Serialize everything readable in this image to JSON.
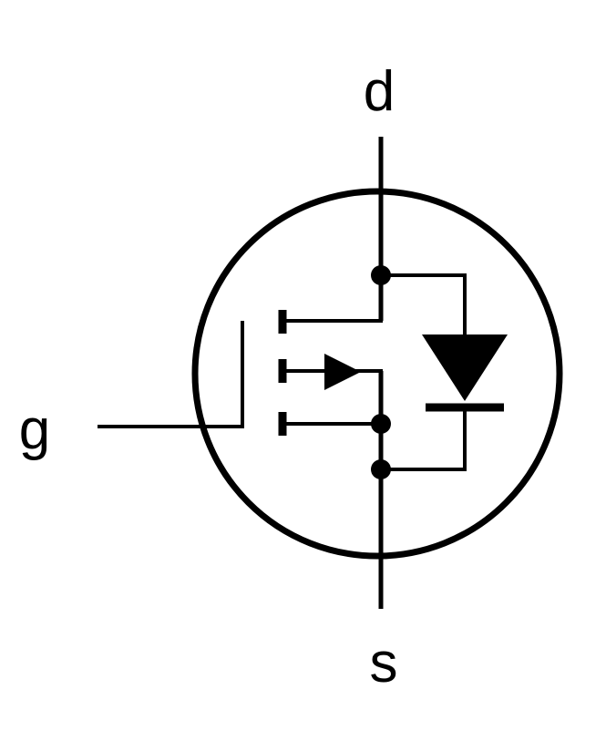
{
  "diagram": {
    "terminals": {
      "drain": "d",
      "gate": "g",
      "source": "s"
    },
    "colors": {
      "line": "#000000",
      "background": "#ffffff"
    }
  }
}
